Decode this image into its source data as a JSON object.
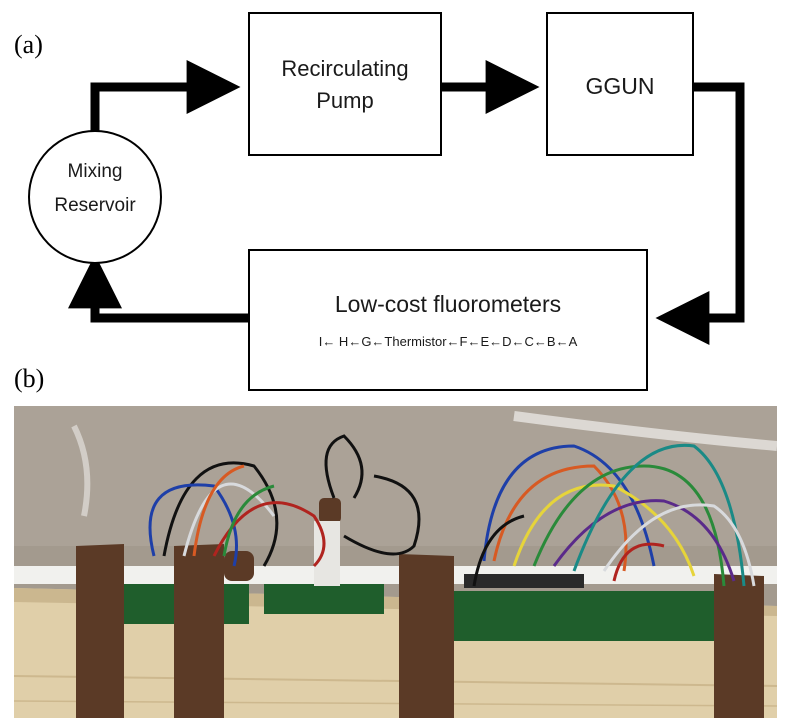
{
  "panel_a_label": "(a)",
  "panel_b_label": "(b)",
  "diagram": {
    "mixing_reservoir": [
      "Mixing",
      "Reservoir"
    ],
    "recirculating_pump": [
      "Recirculating",
      "Pump"
    ],
    "ggun": "GGUN",
    "fluorometers": {
      "title": "Low-cost fluorometers",
      "sequence": "I← H←G←Thermistor←F←E←D←C←B←A"
    }
  },
  "photo": {
    "description_icon": "photo-of-fluorometer-array"
  }
}
